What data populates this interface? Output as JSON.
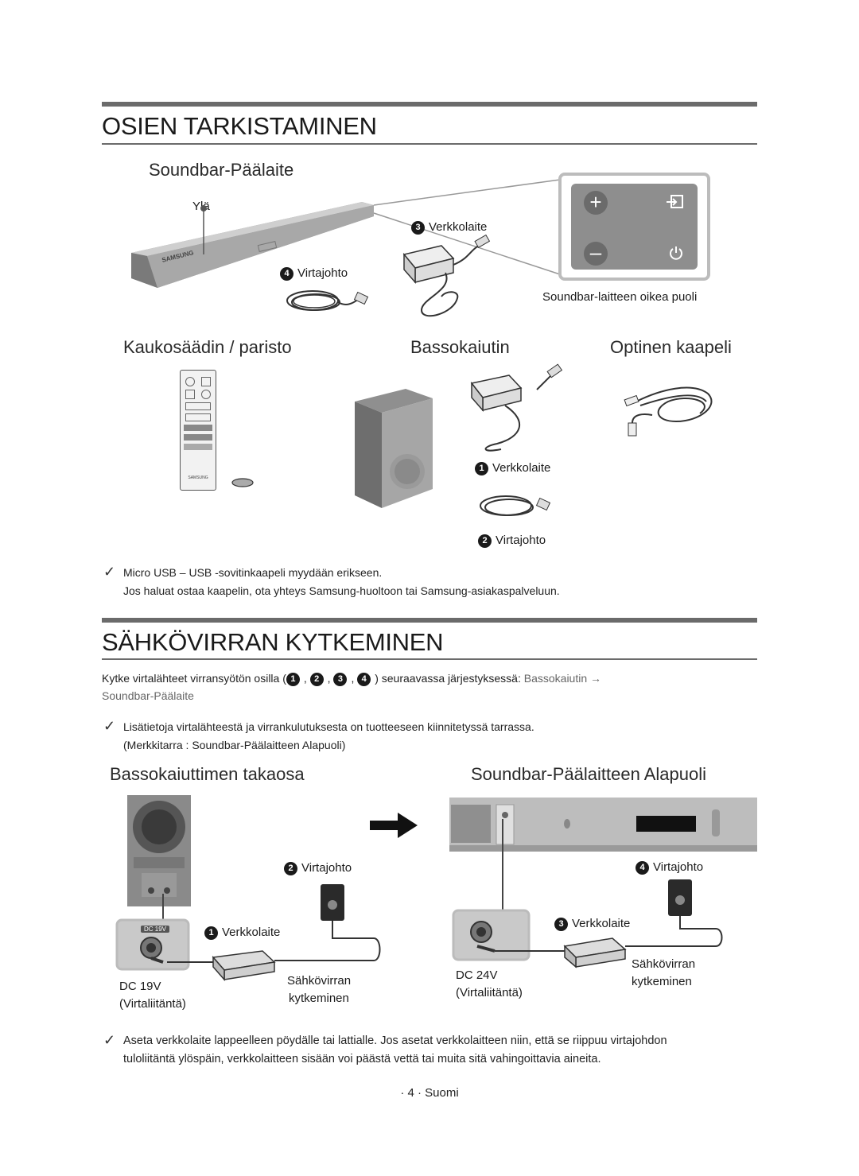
{
  "section1": {
    "title": "OSIEN TARKISTAMINEN",
    "main_unit": {
      "heading": "Soundbar-Päälaite",
      "top_label": "Ylä",
      "power_cord": {
        "num": "4",
        "label": "Virtajohto"
      },
      "adapter": {
        "num": "3",
        "label": "Verkkolaite"
      },
      "right_side_caption": "Soundbar-laitteen oikea puoli",
      "logo": "SAMSUNG"
    },
    "remote": {
      "heading": "Kaukosäädin / paristo",
      "logo": "SAMSUNG"
    },
    "subwoofer": {
      "heading": "Bassokaiutin",
      "adapter": {
        "num": "1",
        "label": "Verkkolaite"
      },
      "power_cord": {
        "num": "2",
        "label": "Virtajohto"
      }
    },
    "optical": {
      "heading": "Optinen kaapeli"
    },
    "note_line1": "Micro USB – USB -sovitinkaapeli myydään erikseen.",
    "note_line2": "Jos haluat ostaa kaapelin, ota yhteys Samsung-huoltoon tai Samsung-asiakaspalveluun."
  },
  "section2": {
    "title": "SÄHKÖVIRRAN KYTKEMINEN",
    "intro_prefix": "Kytke virtalähteet virransyötön osilla (",
    "intro_nums": [
      "1",
      "2",
      "3",
      "4"
    ],
    "intro_suffix": ") seuraavassa järjestyksessä: ",
    "intro_order": "Bassokaiutin → Soundbar-Päälaite",
    "intro_order_line1": "Bassokaiutin →",
    "intro_order_line2": "Soundbar-Päälaite",
    "note_line1": "Lisätietoja virtalähteestä ja virrankulutuksesta on tuotteeseen kiinnitetyssä tarrassa.",
    "note_line2": "(Merkkitarra : Soundbar-Päälaitteen Alapuoli)",
    "left": {
      "heading": "Bassokaiuttimen takaosa",
      "cord": {
        "num": "2",
        "label": "Virtajohto"
      },
      "adapter": {
        "num": "1",
        "label": "Verkkolaite"
      },
      "jack_badge": "DC 19V",
      "dc_label": "DC 19V",
      "dc_sub": "(Virtaliitäntä)",
      "outlet_line1": "Sähkövirran",
      "outlet_line2": "kytkeminen"
    },
    "right": {
      "heading": "Soundbar-Päälaitteen Alapuoli",
      "cord": {
        "num": "4",
        "label": "Virtajohto"
      },
      "adapter": {
        "num": "3",
        "label": "Verkkolaite"
      },
      "dc_label": "DC 24V",
      "dc_sub": "(Virtaliitäntä)",
      "outlet_line1": "Sähkövirran",
      "outlet_line2": "kytkeminen"
    },
    "bottom_note_line1": "Aseta verkkolaite lappeelleen pöydälle tai lattialle. Jos asetat verkkolaitteen niin, että se riippuu virtajohdon",
    "bottom_note_line2": "tuloliitäntä ylöspäin, verkkolaitteen sisään voi päästä vettä tai muita sitä vahingoittavia aineita."
  },
  "footer": {
    "page": "· 4 · Suomi"
  }
}
